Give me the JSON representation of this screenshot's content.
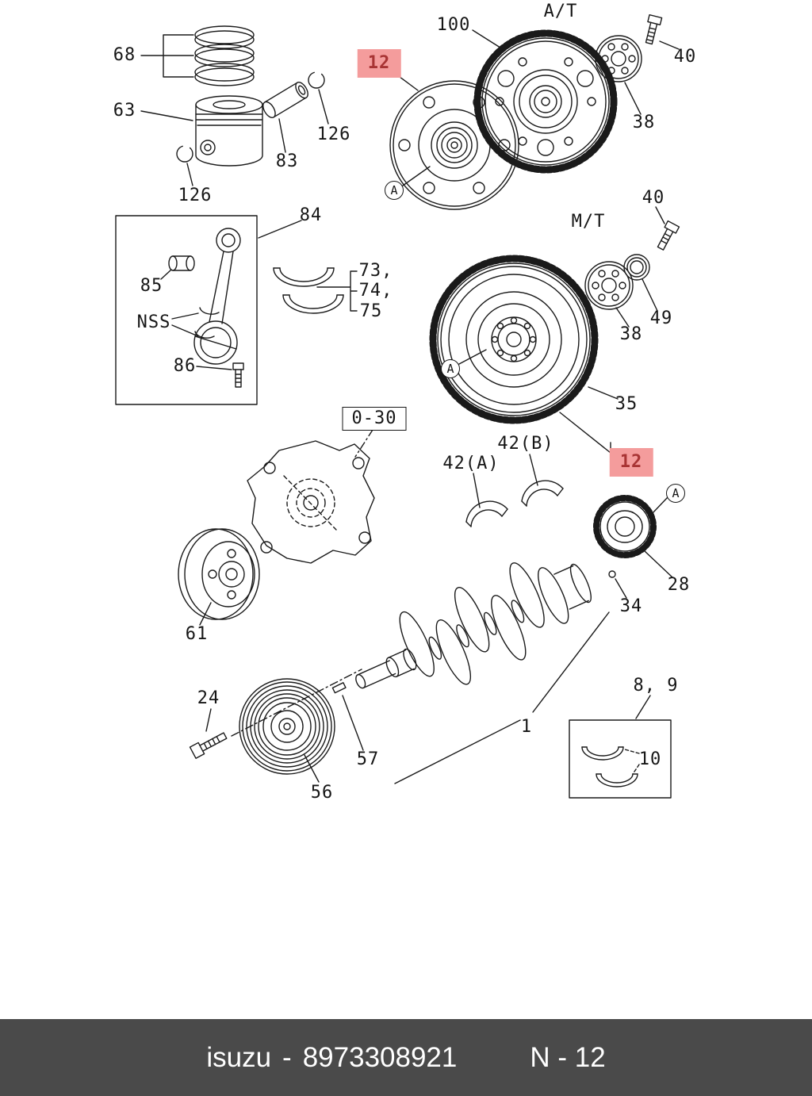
{
  "colors": {
    "highlight_bg": "#f49c9c",
    "highlight_fg": "#a83434",
    "footer_bg": "#4a4a4a",
    "footer_fg": "#ffffff",
    "line": "#1a1a1a"
  },
  "labels": {
    "n68": "68",
    "n63": "63",
    "n83": "83",
    "n126a": "126",
    "n126b": "126",
    "n84": "84",
    "n85": "85",
    "nss": "NSS",
    "n86": "86",
    "n73": "73,",
    "n74": "74,",
    "n75": "75",
    "n100": "100",
    "at": "A/T",
    "n40a": "40",
    "n38a": "38",
    "n12a": "12",
    "mt": "M/T",
    "n40b": "40",
    "n49": "49",
    "n38b": "38",
    "n35": "35",
    "n12b": "12",
    "sec030": "0-30",
    "n42a": "42(A)",
    "n42b": "42(B)",
    "n61": "61",
    "n28": "28",
    "n34": "34",
    "n1": "1",
    "n24": "24",
    "n56": "56",
    "n57": "57",
    "n89": "8, 9",
    "n10": "10",
    "circleA": "A"
  },
  "footer": {
    "brand": "isuzu",
    "dash": "-",
    "part_number": "8973308921",
    "page_ref": "N - 12"
  }
}
